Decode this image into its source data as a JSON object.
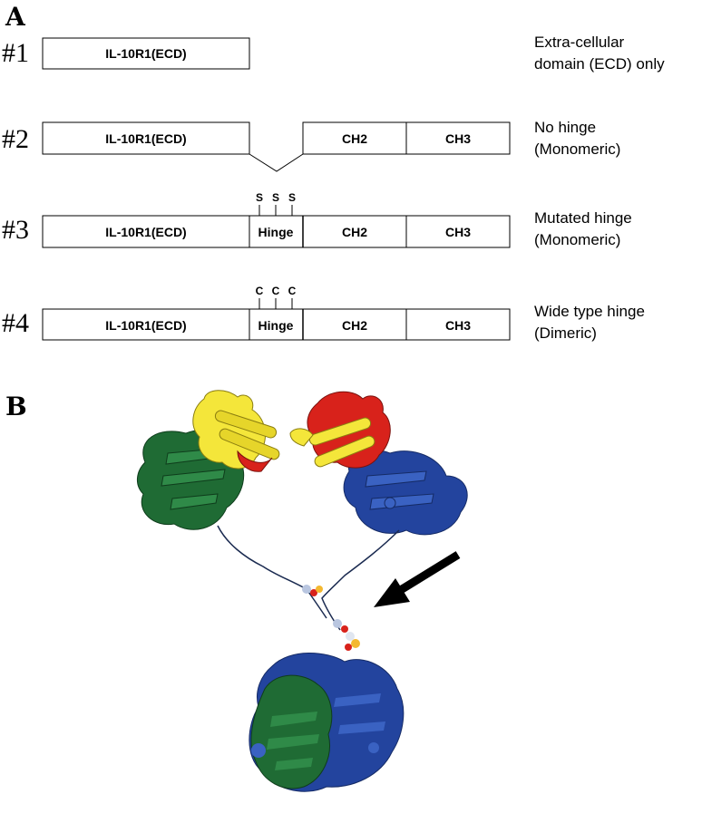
{
  "panels": {
    "a": "A",
    "b": "B"
  },
  "constructs": [
    {
      "num": "#1",
      "ecd": "IL-10R1(ECD)",
      "desc1": "Extra-cellular",
      "desc2": "domain (ECD) only"
    },
    {
      "num": "#2",
      "ecd": "IL-10R1(ECD)",
      "ch2": "CH2",
      "ch3": "CH3",
      "desc1": "No hinge",
      "desc2": "(Monomeric)"
    },
    {
      "num": "#3",
      "ecd": "IL-10R1(ECD)",
      "hinge": "Hinge",
      "ch2": "CH2",
      "ch3": "CH3",
      "sites": [
        "S",
        "S",
        "S"
      ],
      "desc1": "Mutated hinge",
      "desc2": "(Monomeric)"
    },
    {
      "num": "#4",
      "ecd": "IL-10R1(ECD)",
      "hinge": "Hinge",
      "ch2": "CH2",
      "ch3": "CH3",
      "sites": [
        "C",
        "C",
        "C"
      ],
      "desc1": "Wide type hinge",
      "desc2": "(Dimeric)"
    }
  ],
  "colors": {
    "green": "#1f6b34",
    "blue": "#23449e",
    "yellow": "#f4e63a",
    "red": "#d8221b"
  }
}
